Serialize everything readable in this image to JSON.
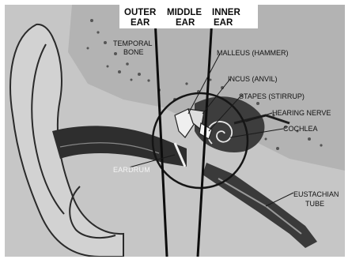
{
  "regions": {
    "outer": [
      "OUTER",
      "EAR"
    ],
    "middle": [
      "MIDDLE",
      "EAR"
    ],
    "inner": [
      "INNER",
      "EAR"
    ]
  },
  "labels": {
    "temporal_bone": [
      "TEMPORAL",
      "BONE"
    ],
    "malleus": "MALLEUS (HAMMER)",
    "incus": "INCUS (ANVIL)",
    "stapes": "STAPES (STIRRUP)",
    "hearing_nerve": "HEARING NERVE",
    "cochlea": "COCHLEA",
    "eardrum": "EARDRUM",
    "eustachian": [
      "EUSTACHIAN",
      "TUBE"
    ]
  }
}
